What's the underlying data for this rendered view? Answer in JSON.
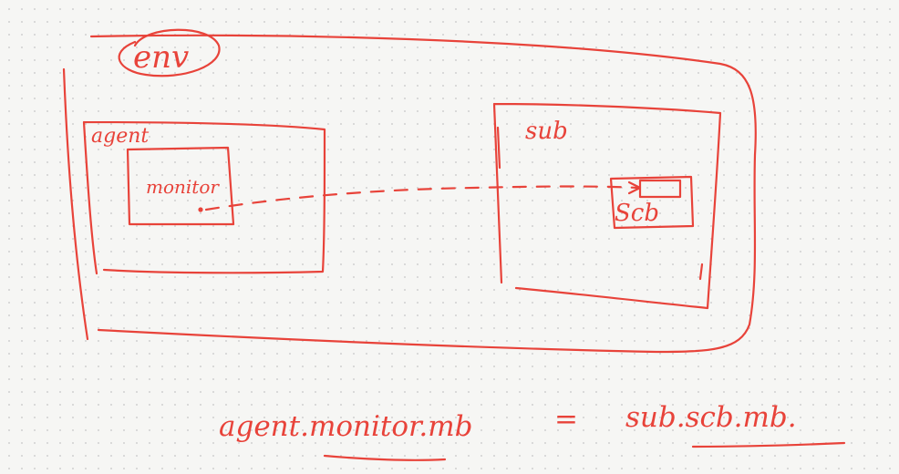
{
  "ink_color": "#e8433a",
  "labels": {
    "env": "env",
    "agent": "agent",
    "sub": "sub",
    "monitor": "monitor",
    "scb": "Scb"
  },
  "formula": {
    "left": "agent.monitor.mb",
    "equals": "=",
    "right": "sub.scb.mb."
  }
}
